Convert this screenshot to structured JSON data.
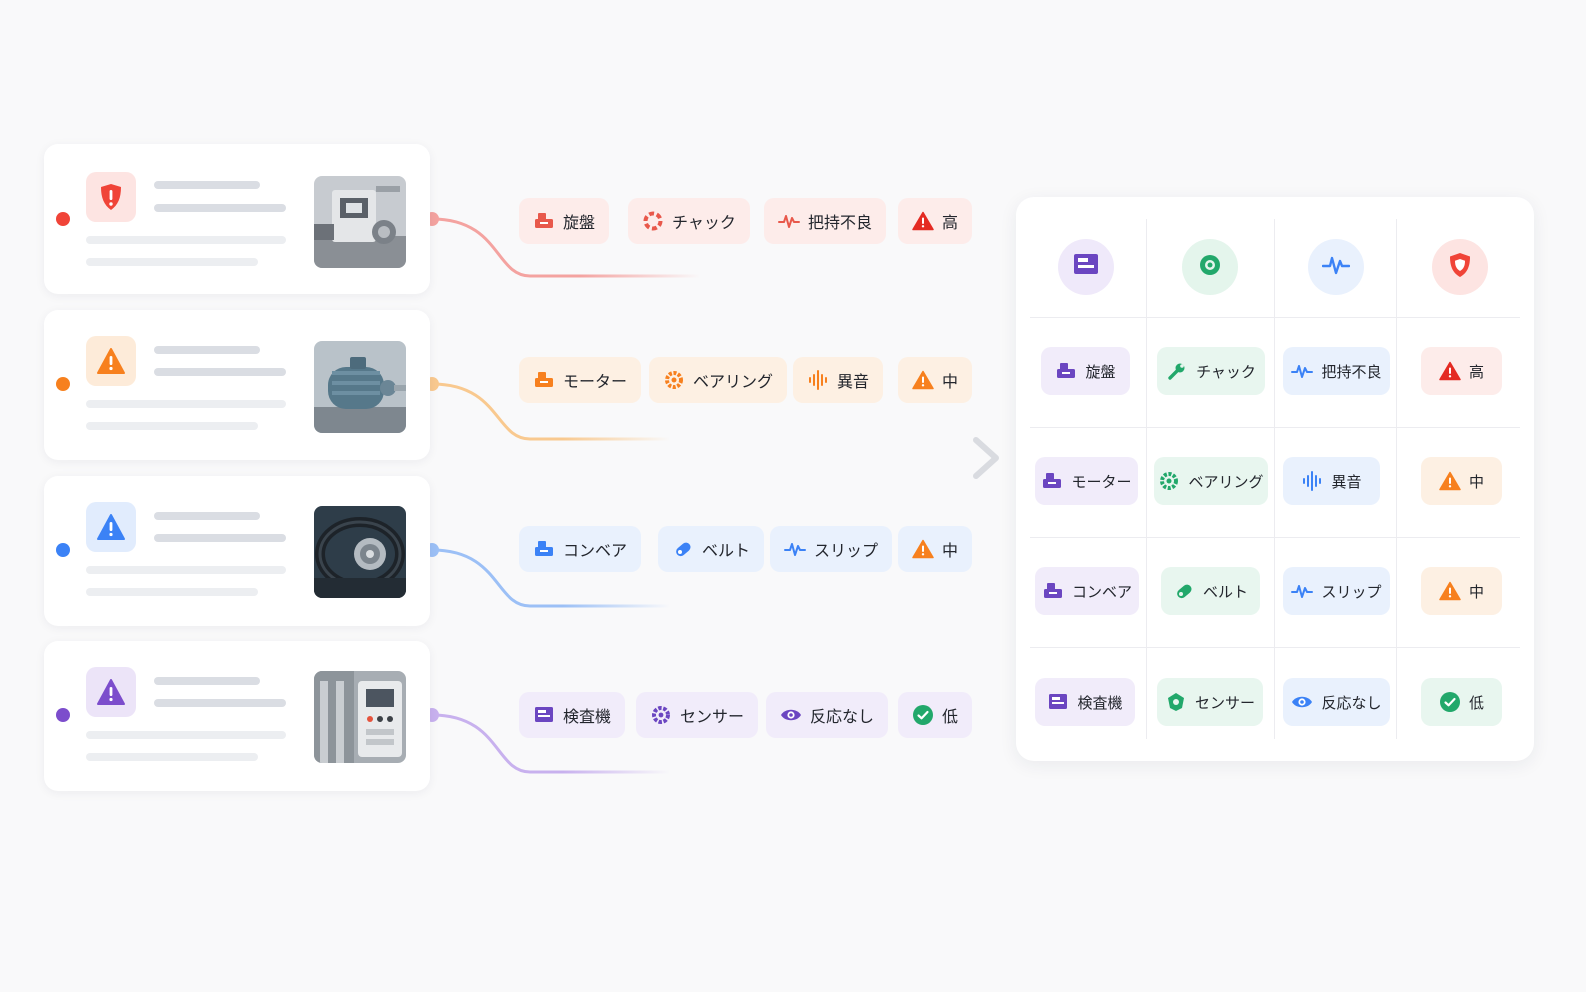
{
  "colors": {
    "red": "#f04438",
    "orange": "#f7801e",
    "blue": "#3b82f6",
    "purple": "#7c4dcc",
    "green": "#22a86b",
    "background": "#f9f9fa"
  },
  "incidents": [
    {
      "severity_color": "#f04438",
      "warning_icon": "exclamation-shield-icon",
      "image": "lathe-machine-photo",
      "tags": [
        {
          "icon": "machine-icon",
          "label": "旋盤"
        },
        {
          "icon": "chuck-ring-icon",
          "label": "チャック"
        },
        {
          "icon": "waveform-icon",
          "label": "把持不良"
        },
        {
          "icon": "warning-triangle-icon",
          "label": "高"
        }
      ]
    },
    {
      "severity_color": "#f7801e",
      "warning_icon": "warning-triangle-icon",
      "image": "electric-motor-photo",
      "tags": [
        {
          "icon": "machine-icon",
          "label": "モーター"
        },
        {
          "icon": "bearing-gear-icon",
          "label": "ベアリング"
        },
        {
          "icon": "sound-wave-icon",
          "label": "異音"
        },
        {
          "icon": "warning-triangle-icon",
          "label": "中"
        }
      ]
    },
    {
      "severity_color": "#3b82f6",
      "warning_icon": "warning-triangle-icon",
      "image": "conveyor-belt-photo",
      "tags": [
        {
          "icon": "machine-icon",
          "label": "コンベア"
        },
        {
          "icon": "belt-tag-icon",
          "label": "ベルト"
        },
        {
          "icon": "waveform-icon",
          "label": "スリップ"
        },
        {
          "icon": "warning-triangle-icon",
          "label": "中"
        }
      ]
    },
    {
      "severity_color": "#7c4dcc",
      "warning_icon": "warning-triangle-icon",
      "image": "inspection-machine-photo",
      "tags": [
        {
          "icon": "machine-icon",
          "label": "検査機"
        },
        {
          "icon": "sensor-gear-icon",
          "label": "センサー"
        },
        {
          "icon": "eye-icon",
          "label": "反応なし"
        },
        {
          "icon": "check-circle-icon",
          "label": "低"
        }
      ]
    }
  ],
  "grid": {
    "columns": [
      {
        "icon": "machine-icon"
      },
      {
        "icon": "component-icon"
      },
      {
        "icon": "waveform-icon"
      },
      {
        "icon": "shield-icon"
      }
    ],
    "rows": [
      [
        "旋盤",
        "チャック",
        "把持不良",
        "高"
      ],
      [
        "モーター",
        "ベアリング",
        "異音",
        "中"
      ],
      [
        "コンベア",
        "ベルト",
        "スリップ",
        "中"
      ],
      [
        "検査機",
        "センサー",
        "反応なし",
        "低"
      ]
    ]
  }
}
